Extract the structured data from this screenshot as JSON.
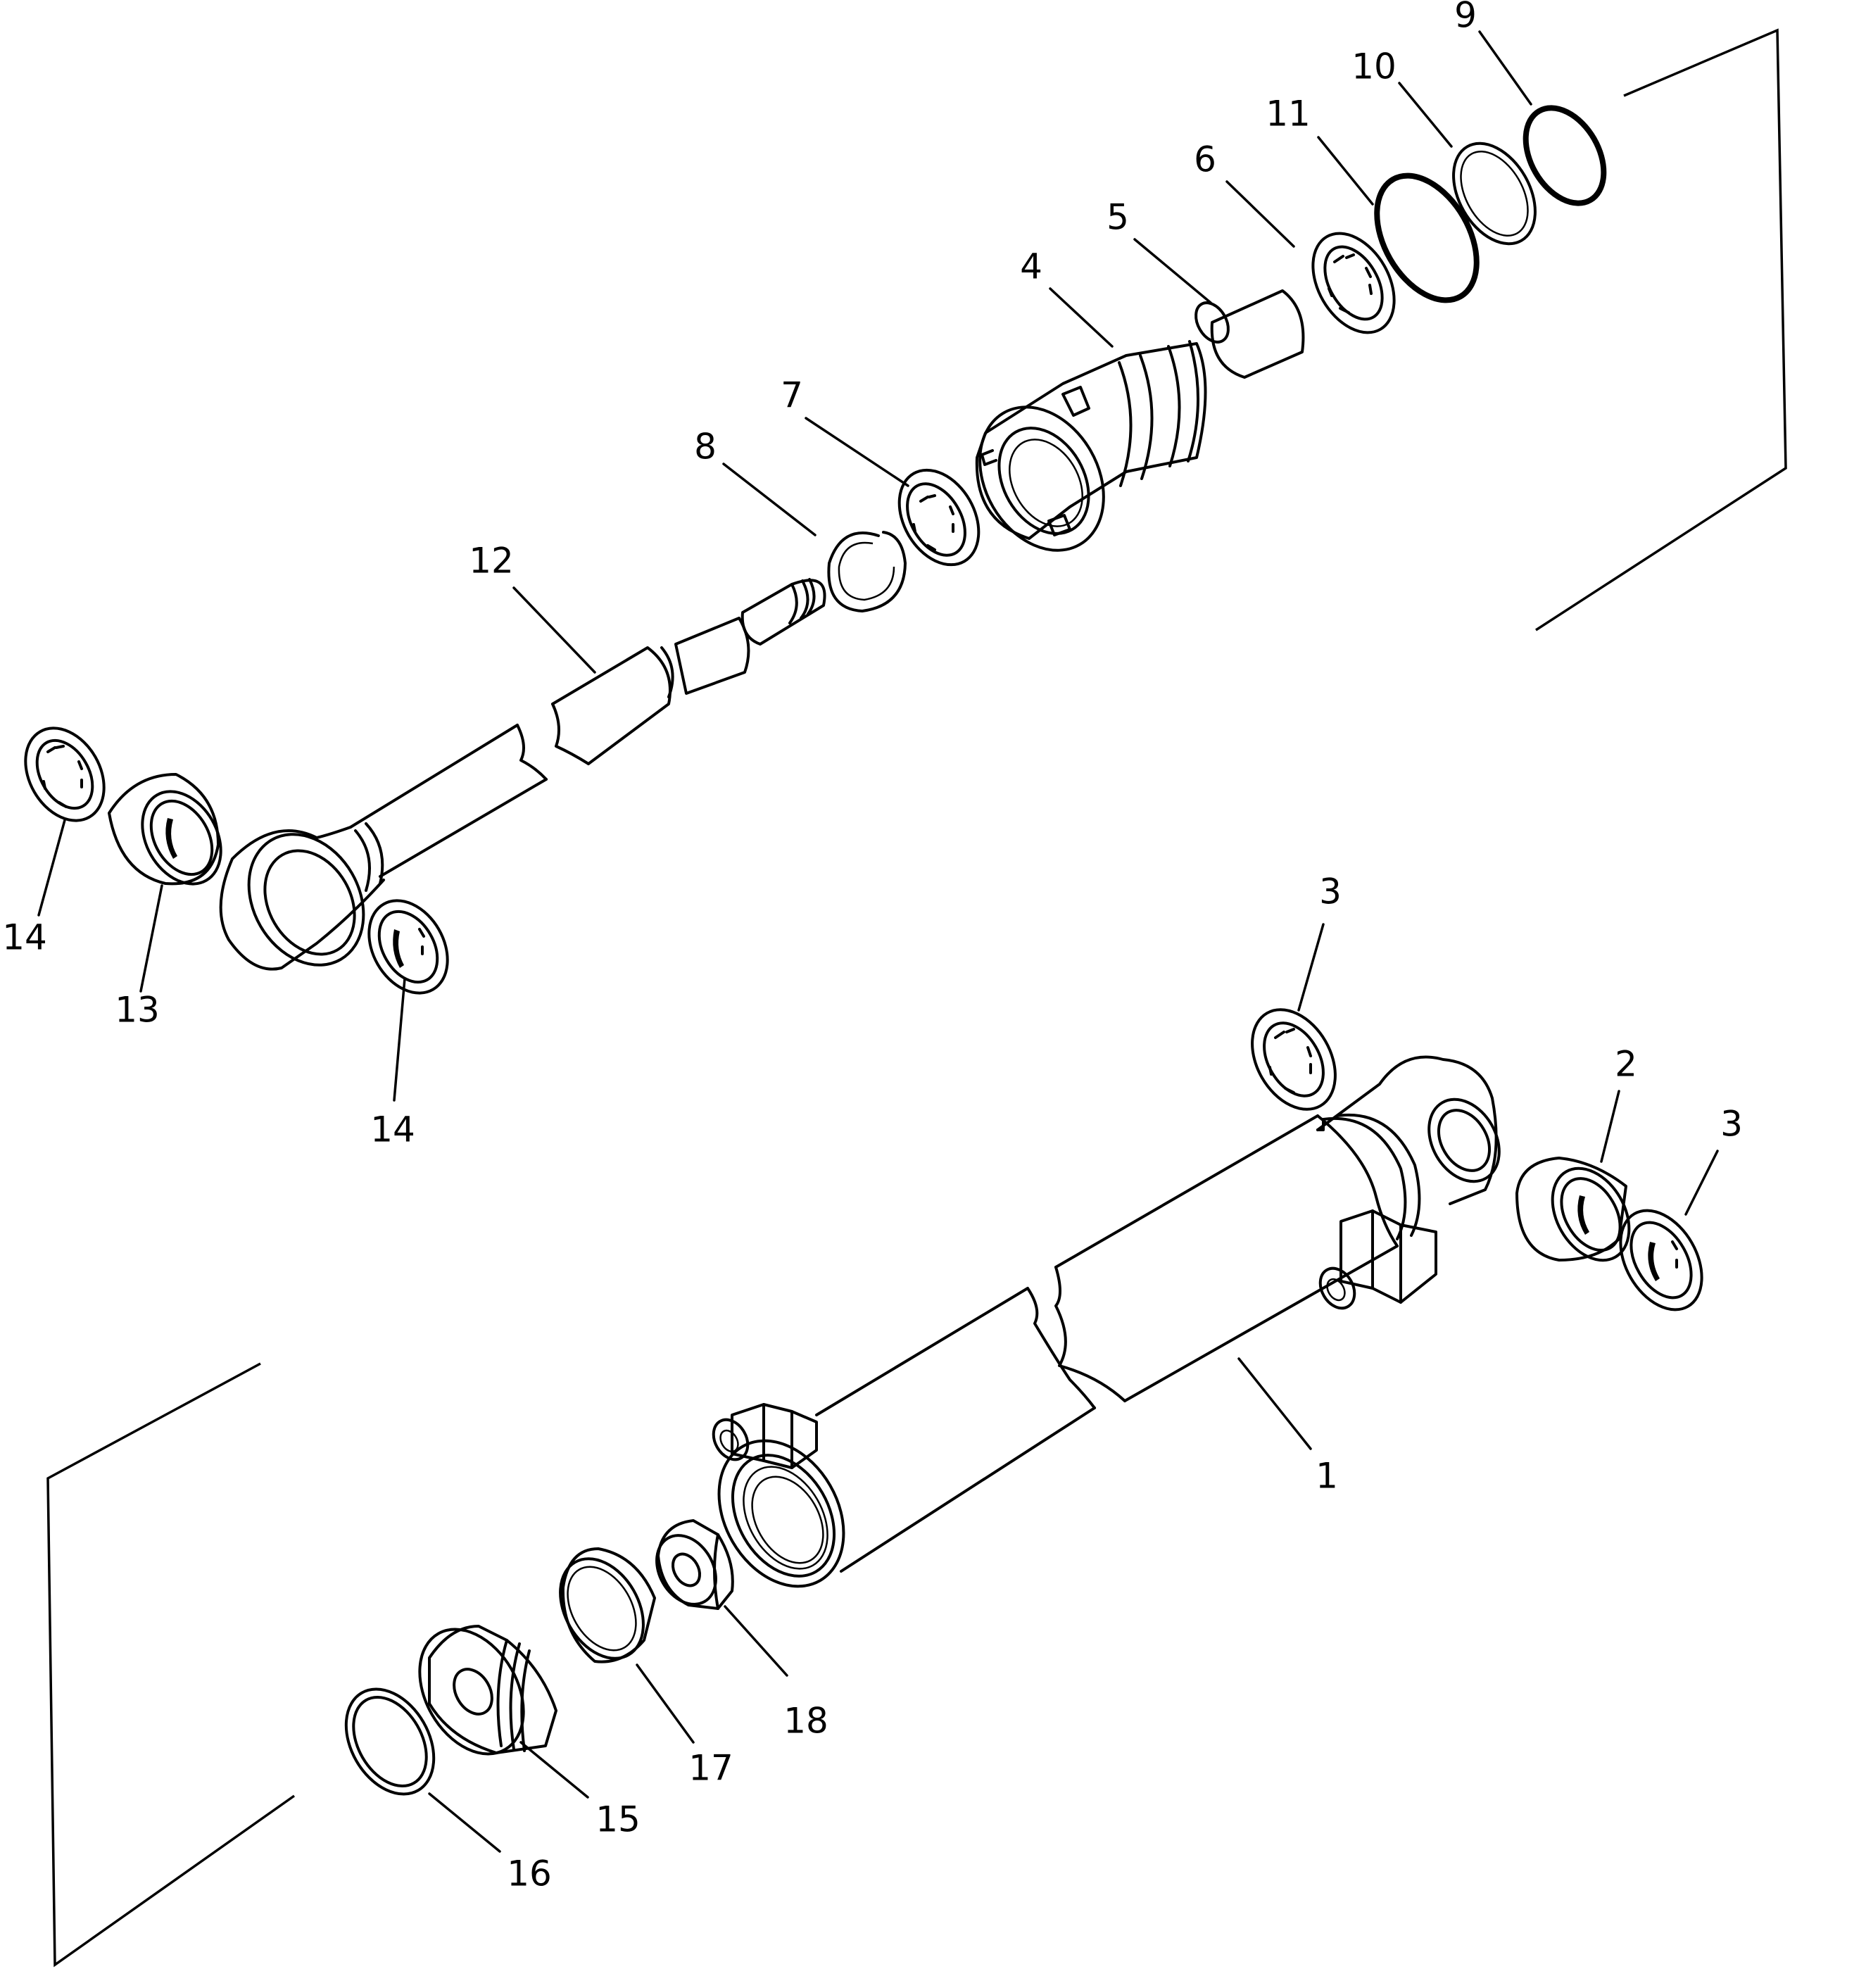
{
  "callouts": {
    "c1": "1",
    "c2": "2",
    "c3a": "3",
    "c3b": "3",
    "c4": "4",
    "c5": "5",
    "c6": "6",
    "c7": "7",
    "c8": "8",
    "c9": "9",
    "c10": "10",
    "c11": "11",
    "c12": "12",
    "c13": "13",
    "c14a": "14",
    "c14b": "14",
    "c15": "15",
    "c16": "16",
    "c17": "17",
    "c18": "18"
  }
}
